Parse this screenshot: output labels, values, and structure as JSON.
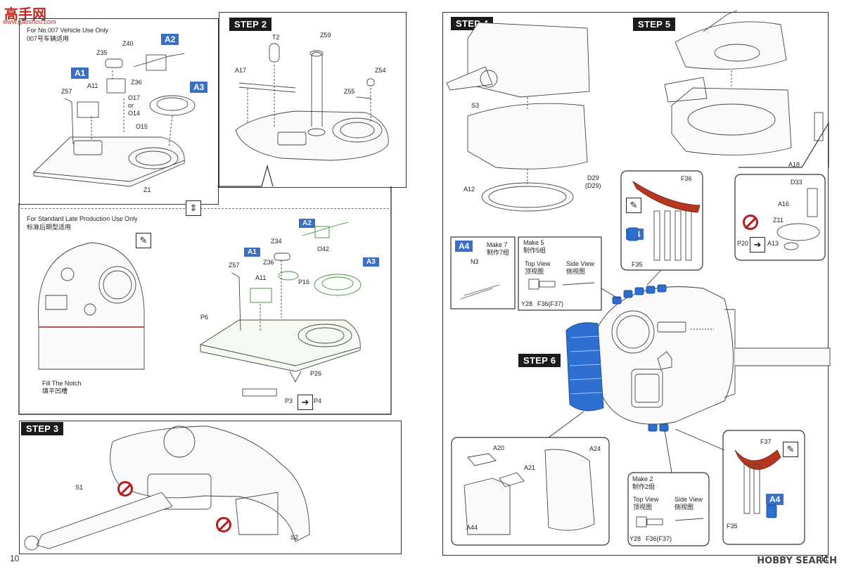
{
  "watermark_top": {
    "logo": "高手网",
    "url": "www.gaoshou.com"
  },
  "watermark_bottom": "HOBBY SEARCH",
  "pages": {
    "left": "10",
    "right": "11"
  },
  "steps": {
    "s2": "STEP 2",
    "s3": "STEP 3",
    "s4": "STEP 4",
    "s5": "STEP 5",
    "s6": "STEP 6"
  },
  "notes": {
    "vehicle007_en": "For No.007 Vehicle Use Only",
    "vehicle007_cn": "007号车辆适用",
    "standard_en": "For Standard Late Production Use Only",
    "standard_cn": "标准后期型适用",
    "fill_en": "Fill The Notch",
    "fill_cn": "填平凹槽"
  },
  "subassy": {
    "a4_make7_en": "Make 7",
    "a4_make7_cn": "制作7组",
    "make5_en": "Make 5",
    "make5_cn": "制作5组",
    "make2_en": "Make 2",
    "make2_cn": "制作2组",
    "top_view_en": "Top View",
    "top_view_cn": "顶视图",
    "side_view_en": "Side View",
    "side_view_cn": "侧视图"
  },
  "tags": {
    "a1": "A1",
    "a2": "A2",
    "a3": "A3",
    "a4": "A4"
  },
  "parts": {
    "z40": "Z40",
    "z35": "Z35",
    "a11": "A11",
    "z36": "Z36",
    "z57": "Z57",
    "o17": "O17",
    "or": "or",
    "o14": "O14",
    "o15": "O15",
    "z1": "Z1",
    "t2": "T2",
    "z59": "Z59",
    "a17": "A17",
    "z54": "Z54",
    "z55": "Z55",
    "z34": "Z34",
    "o42": "O42",
    "p16": "P16",
    "p6": "P6",
    "p26": "P26",
    "p3": "P3",
    "p4": "P4",
    "s1": "S1",
    "s2": "S2",
    "s3": "S3",
    "a12": "A12",
    "d29": "D29",
    "d29p": "(D29)",
    "a18": "A18",
    "d33": "D33",
    "a16": "A16",
    "z11": "Z11",
    "p20": "P20",
    "a13": "A13",
    "f36": "F36",
    "f35": "F35",
    "n3": "N3",
    "y28": "Y28",
    "f36f37": "F36(F37)",
    "a20": "A20",
    "a21": "A21",
    "a24": "A24",
    "a44": "A44",
    "f37": "F37"
  },
  "icons": {
    "swap": "swap-arrows-icon",
    "arrow": "arrow-right-icon",
    "brush": "brush-icon",
    "noglue": "no-glue-icon"
  }
}
